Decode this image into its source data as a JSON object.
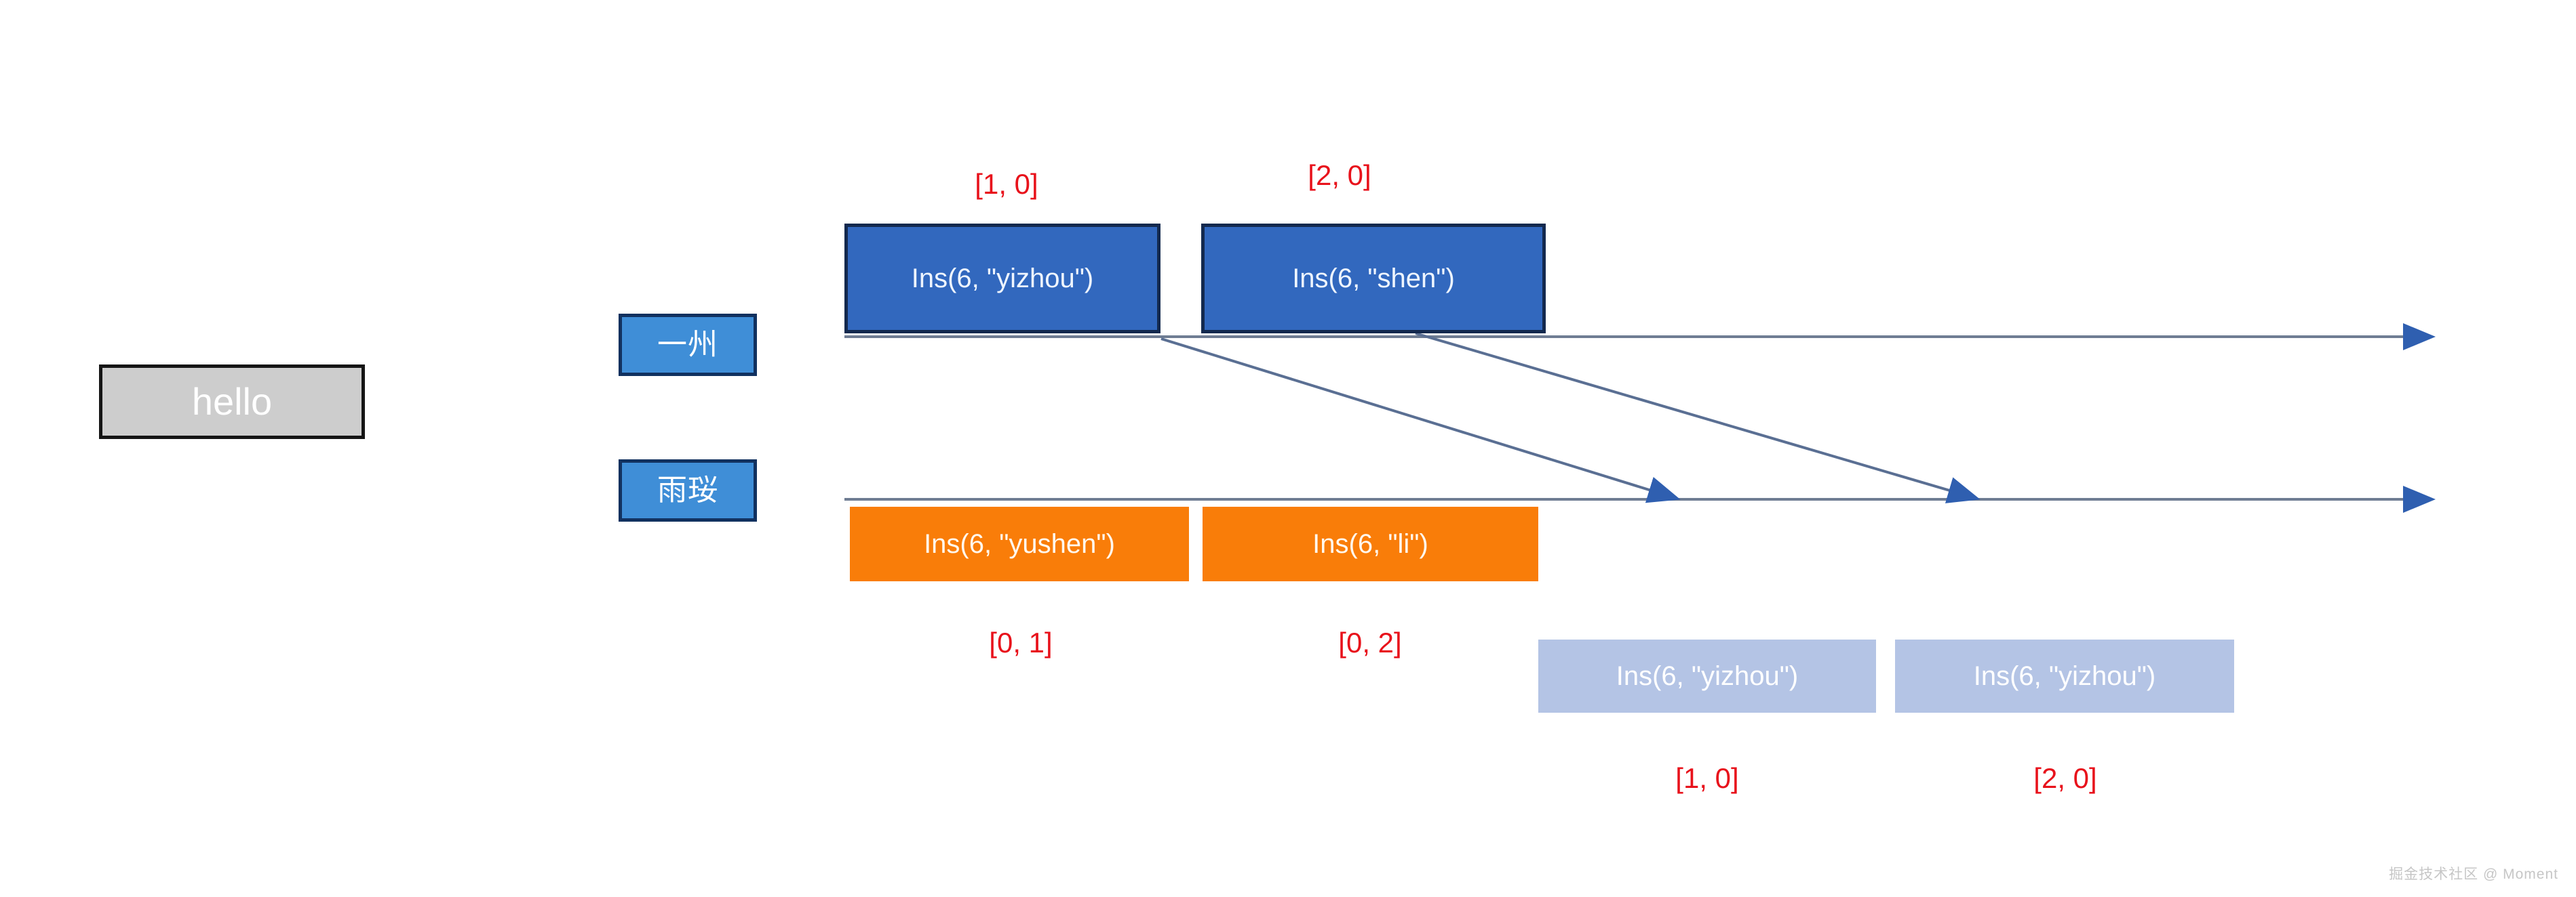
{
  "diagram": {
    "title": "hello",
    "hello_box": {
      "label": "hello",
      "fill": "#cdcdcd",
      "border": "#151515",
      "text_color": "#ffffff"
    },
    "actors": [
      {
        "name": "actor-top",
        "label": "一州"
      },
      {
        "name": "actor-bottom",
        "label": "雨珱"
      }
    ],
    "lanes": [
      {
        "name": "lane-top",
        "actor": "一州"
      },
      {
        "name": "lane-bottom",
        "actor": "雨珱"
      }
    ],
    "operations": {
      "top_lane": [
        {
          "label": "Ins(6, \"yizhou\")",
          "tag": "[1, 0]",
          "tag_position": "above",
          "fill": "#3268be"
        },
        {
          "label": "Ins(6, \"shen\")",
          "tag": "[2, 0]",
          "tag_position": "above",
          "fill": "#3268be"
        }
      ],
      "bottom_lane": [
        {
          "label": "Ins(6, \"yushen\")",
          "tag": "[0, 1]",
          "tag_position": "below",
          "fill": "#f97d09"
        },
        {
          "label": "Ins(6, \"li\")",
          "tag": "[0, 2]",
          "tag_position": "below",
          "fill": "#f97d09"
        }
      ],
      "replicated": [
        {
          "label": "Ins(6, \"yizhou\")",
          "tag": "[1, 0]",
          "tag_position": "below",
          "fill": "#b4c4e5"
        },
        {
          "label": "Ins(6, \"yizhou\")",
          "tag": "[2, 0]",
          "tag_position": "below",
          "fill": "#b4c4e5"
        }
      ]
    },
    "colors": {
      "blue_fill": "#3268be",
      "blue_border": "#13294e",
      "orange_fill": "#f97d09",
      "pale_blue_fill": "#b4c4e5",
      "gray_fill": "#cdcdcd",
      "tag_red": "#e8121b",
      "arrow_blue": "#2f5fb0",
      "timeline_gray": "#6f7d93"
    },
    "arrows": [
      {
        "name": "timeline-top",
        "kind": "horizontal-timeline",
        "lane": "top"
      },
      {
        "name": "timeline-bottom",
        "kind": "horizontal-timeline",
        "lane": "bottom"
      },
      {
        "name": "sync-arrow-1",
        "kind": "diagonal",
        "from": "Ins(6, \"yizhou\")",
        "to": "lane-bottom"
      },
      {
        "name": "sync-arrow-2",
        "kind": "diagonal",
        "from": "Ins(6, \"shen\")",
        "to": "lane-bottom"
      }
    ],
    "watermark": "掘金技术社区 @ Moment"
  }
}
